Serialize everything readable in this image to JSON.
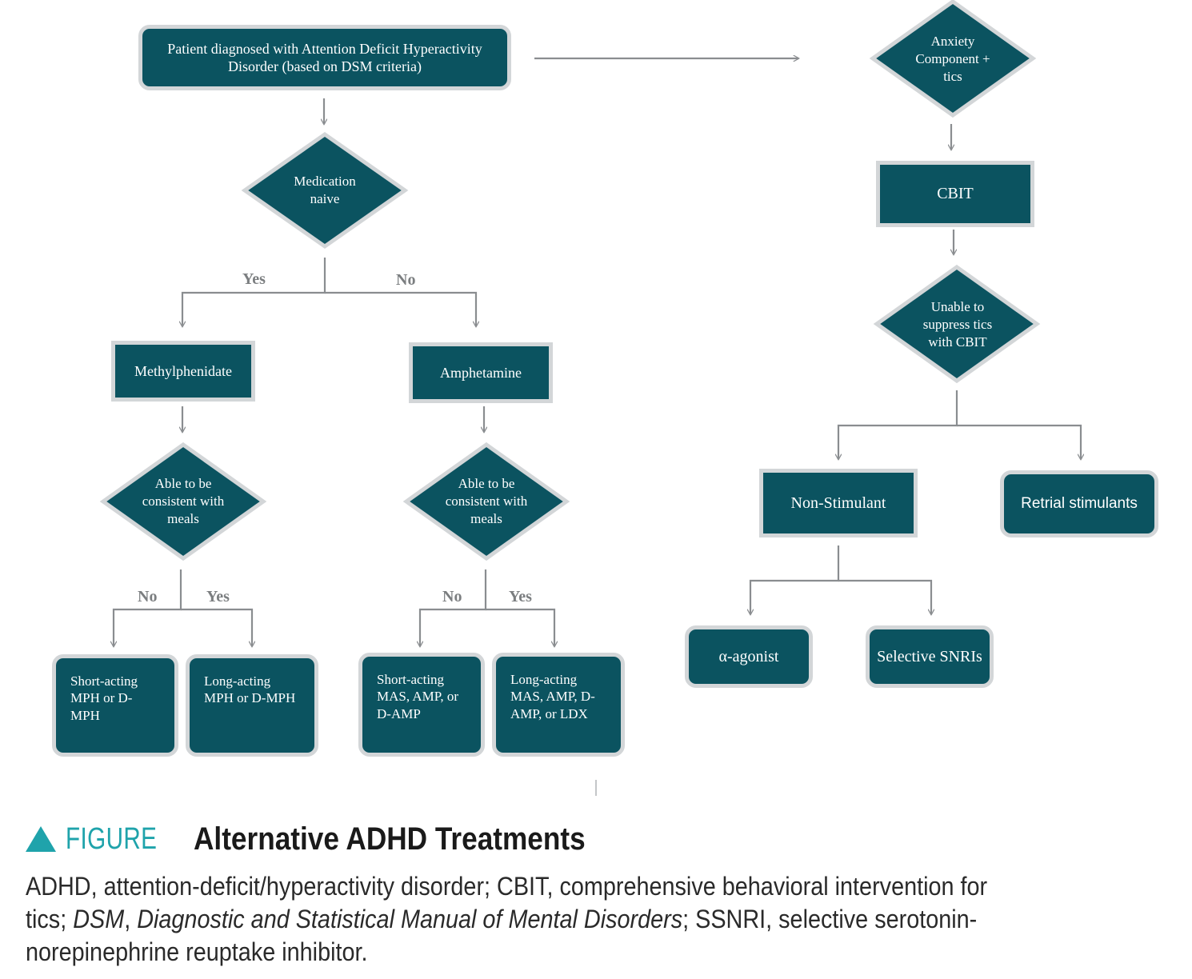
{
  "flowchart": {
    "start": "Patient diagnosed with Attention Deficit Hyperactivity Disorder (based on DSM criteria)",
    "decision_naive": "Medication naive",
    "edge_yes": "Yes",
    "edge_no": "No",
    "methylphenidate": "Methylphenidate",
    "amphetamine": "Amphetamine",
    "decision_meals": "Able to be consistent with meals",
    "mph_short": "Short-acting MPH or D-MPH",
    "mph_long": "Long-acting MPH or D-MPH",
    "amp_short": "Short-acting MAS, AMP, or D-AMP",
    "amp_long": "Long-acting MAS, AMP, D-AMP, or LDX",
    "decision_anxiety": "Anxiety Component + tics",
    "cbit": "CBIT",
    "decision_cbit": "Unable to suppress tics with CBIT",
    "non_stimulant": "Non-Stimulant",
    "retrial": "Retrial stimulants",
    "alpha_agonist": "α-agonist",
    "ssnri": "Selective SNRIs"
  },
  "caption": {
    "label": "FIGURE",
    "title": "Alternative ADHD Treatments",
    "text_1": "ADHD, attention-deficit/hyperactivity disorder; CBIT, comprehensive behavioral intervention for tics; ",
    "text_italic_1": "DSM",
    "text_2": ", ",
    "text_italic_2": "Diagnostic and Statistical Manual of Mental Disorders",
    "text_3": "; SSNRI, selective serotonin-norepinephrine reuptake inhibitor."
  },
  "colors": {
    "node_fill": "#0b5360",
    "node_border": "#d3d6d8",
    "connector": "#8a8d90",
    "accent": "#1fa3ab"
  }
}
